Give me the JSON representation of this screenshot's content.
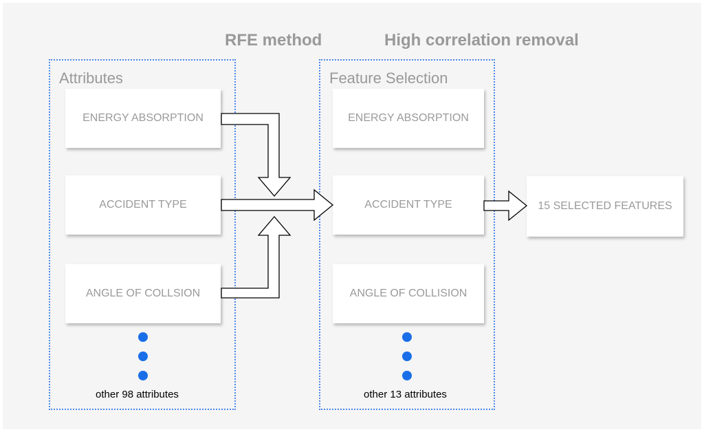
{
  "headings": {
    "rfe": "RFE method",
    "hcr": "High correlation removal"
  },
  "attributes_group": {
    "label": "Attributes",
    "items": [
      "ENERGY ABSORPTION",
      "ACCIDENT TYPE",
      "ANGLE OF COLLSION"
    ],
    "more_note": "other 98 attributes"
  },
  "selection_group": {
    "label": "Feature Selection",
    "items": [
      "ENERGY ABSORPTION",
      "ACCIDENT TYPE",
      "ANGLE OF COLLISION"
    ],
    "more_note": "other 13 attributes"
  },
  "result": {
    "label": "15 SELECTED FEATURES"
  },
  "colors": {
    "group_border": "#4a86e8",
    "dot": "#1a6fe8",
    "heading": "#999999",
    "box_text": "#9a9a9a",
    "background": "#f5f5f5"
  }
}
